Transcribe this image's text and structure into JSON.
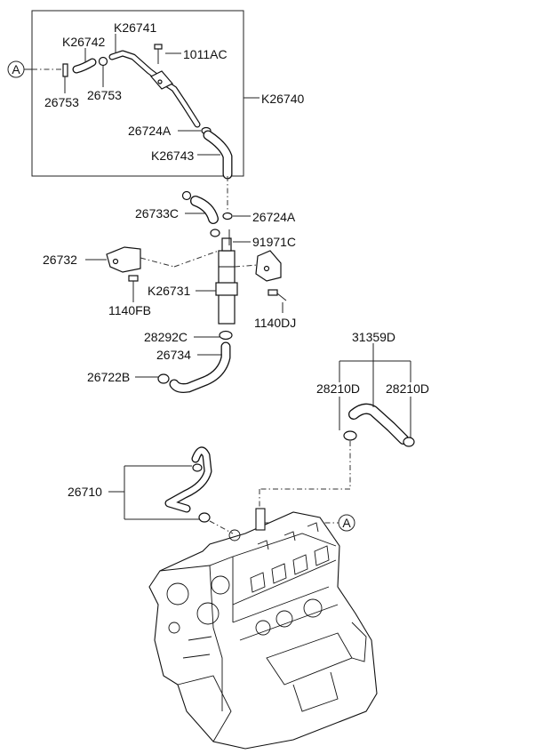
{
  "parts": {
    "k26741": "K26741",
    "k26742": "K26742",
    "p1011ac": "1011AC",
    "p26753_a": "26753",
    "p26753_b": "26753",
    "k26740": "K26740",
    "p26724a_top": "26724A",
    "k26743": "K26743",
    "p26733c": "26733C",
    "p26724a_mid": "26724A",
    "p91971c": "91971C",
    "p26732": "26732",
    "k26731": "K26731",
    "p1140fb": "1140FB",
    "p1140dj": "1140DJ",
    "p28292c": "28292C",
    "p26734": "26734",
    "p26722b": "26722B",
    "p31359d": "31359D",
    "p28210d_l": "28210D",
    "p28210d_r": "28210D",
    "p26710": "26710"
  },
  "refs": {
    "ref_a_top": "A",
    "ref_a_bottom": "A"
  }
}
